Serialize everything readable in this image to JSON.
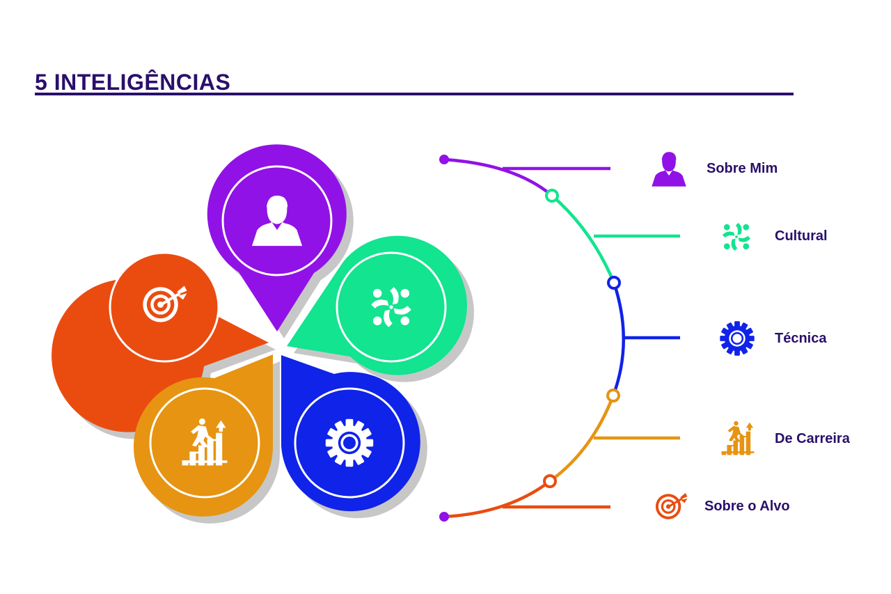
{
  "title": "5 INTELIGÊNCIAS",
  "colors": {
    "title": "#2a0f6b",
    "sobre_mim": "#9112e6",
    "cultural": "#12e48f",
    "tecnica": "#1023e8",
    "carreira": "#e69412",
    "alvo": "#ea4c10"
  },
  "items": [
    {
      "label": "Sobre Mim",
      "icon": "person-icon",
      "color": "#9112e6"
    },
    {
      "label": "Cultural",
      "icon": "people-circle-icon",
      "color": "#12e48f"
    },
    {
      "label": "Técnica",
      "icon": "gear-icon",
      "color": "#1023e8"
    },
    {
      "label": "De Carreira",
      "icon": "career-stairs-icon",
      "color": "#e69412"
    },
    {
      "label": "Sobre o Alvo",
      "icon": "target-icon",
      "color": "#ea4c10"
    }
  ]
}
